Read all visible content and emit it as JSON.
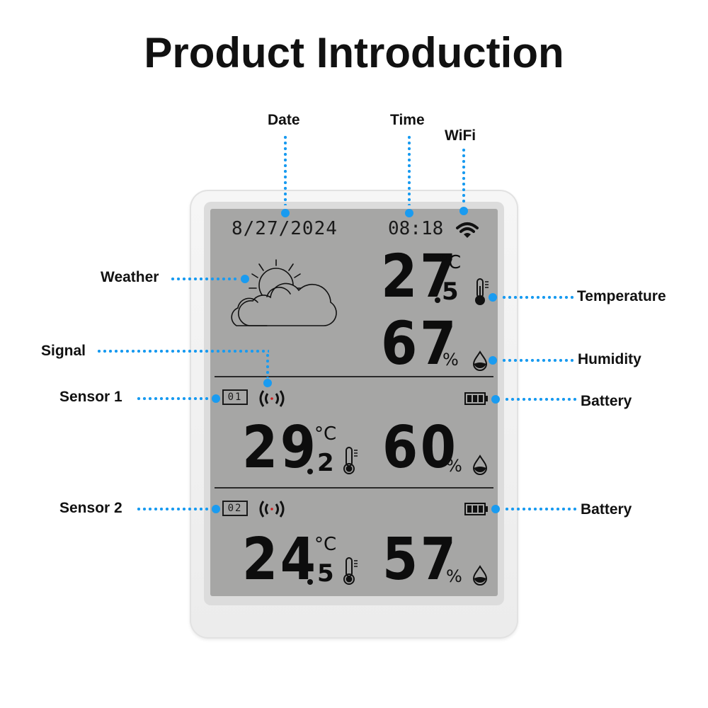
{
  "title": "Product Introduction",
  "colors": {
    "accent_dots": "#1a9bf0",
    "lcd_background": "#a6a6a5",
    "device_body": "#f2f2f2",
    "text": "#111111"
  },
  "labels": {
    "date": "Date",
    "time": "Time",
    "wifi": "WiFi",
    "weather": "Weather",
    "temperature": "Temperature",
    "humidity": "Humidity",
    "signal": "Signal",
    "sensor1": "Sensor 1",
    "sensor2": "Sensor 2",
    "battery1": "Battery",
    "battery2": "Battery"
  },
  "display": {
    "date": "8/27/2024",
    "time": "08:18",
    "indoor": {
      "temp_int": "27",
      "temp_dec": "5",
      "temp_unit": "°C",
      "humidity": "67",
      "humidity_unit": "%",
      "weather_icon": "partly-cloudy-icon",
      "wifi_icon": "wifi-icon",
      "thermometer_icon": "thermometer-icon",
      "droplet_icon": "droplet-icon"
    },
    "sensors": [
      {
        "channel": "01",
        "temp_int": "29",
        "temp_dec": "2",
        "temp_unit": "°C",
        "humidity": "60",
        "humidity_unit": "%",
        "signal_icon": "signal-icon",
        "battery_icon": "battery-full-icon"
      },
      {
        "channel": "02",
        "temp_int": "24",
        "temp_dec": "5",
        "temp_unit": "°C",
        "humidity": "57",
        "humidity_unit": "%",
        "signal_icon": "signal-icon",
        "battery_icon": "battery-full-icon"
      }
    ]
  }
}
